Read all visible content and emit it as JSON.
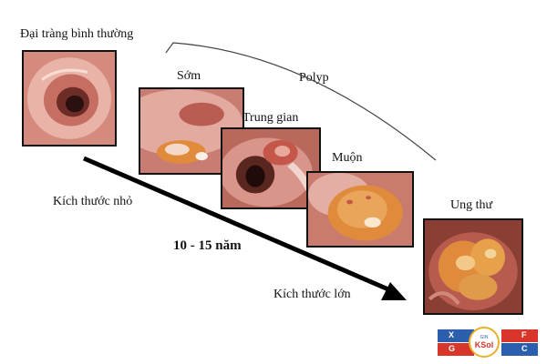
{
  "labels": {
    "normal": "Đại tràng bình thường",
    "early": "Sớm",
    "polyp": "Polyp",
    "intermediate": "Trung gian",
    "late": "Muộn",
    "cancer": "Ung thư",
    "small_size": "Kích thước nhỏ",
    "timeline": "10 - 15 năm",
    "large_size": "Kích thước lớn"
  },
  "logo": {
    "letters": [
      "X",
      "G",
      "F",
      "C"
    ],
    "prefix": "GIN",
    "brand": "KSol"
  },
  "colors": {
    "arrow": "#000000",
    "tissue_pink": "#e7a6a0",
    "tissue_red": "#c4564a",
    "polyp_orange": "#e08a3c",
    "logo_blue": "#2b5fae",
    "logo_red": "#d9362b",
    "logo_gold": "#e9b12b"
  }
}
